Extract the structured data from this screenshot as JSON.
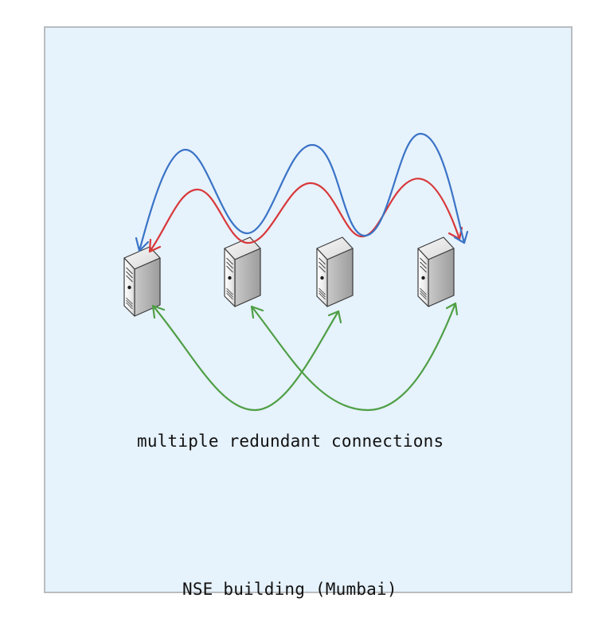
{
  "diagram": {
    "caption": "multiple redundant connections",
    "container_label": "NSE building (Mumbai)",
    "colors": {
      "background": "#e6f2fc",
      "border": "#b9bdc1",
      "blue_arrow": "#3a73c6",
      "red_arrow": "#d8383a",
      "green_arrow": "#4f9f45"
    },
    "servers": [
      {
        "icon": "server-tower-icon"
      },
      {
        "icon": "server-tower-icon"
      },
      {
        "icon": "server-tower-icon"
      },
      {
        "icon": "server-tower-icon"
      }
    ],
    "connections": [
      {
        "color": "blue",
        "from": 1,
        "to": 4,
        "arrowheads": "both"
      },
      {
        "color": "red",
        "from": 1,
        "to": 4,
        "arrowheads": "both"
      },
      {
        "color": "green",
        "from": 1,
        "to": 3,
        "arrowheads": "both"
      },
      {
        "color": "green",
        "from": 2,
        "to": 4,
        "arrowheads": "both"
      }
    ]
  }
}
